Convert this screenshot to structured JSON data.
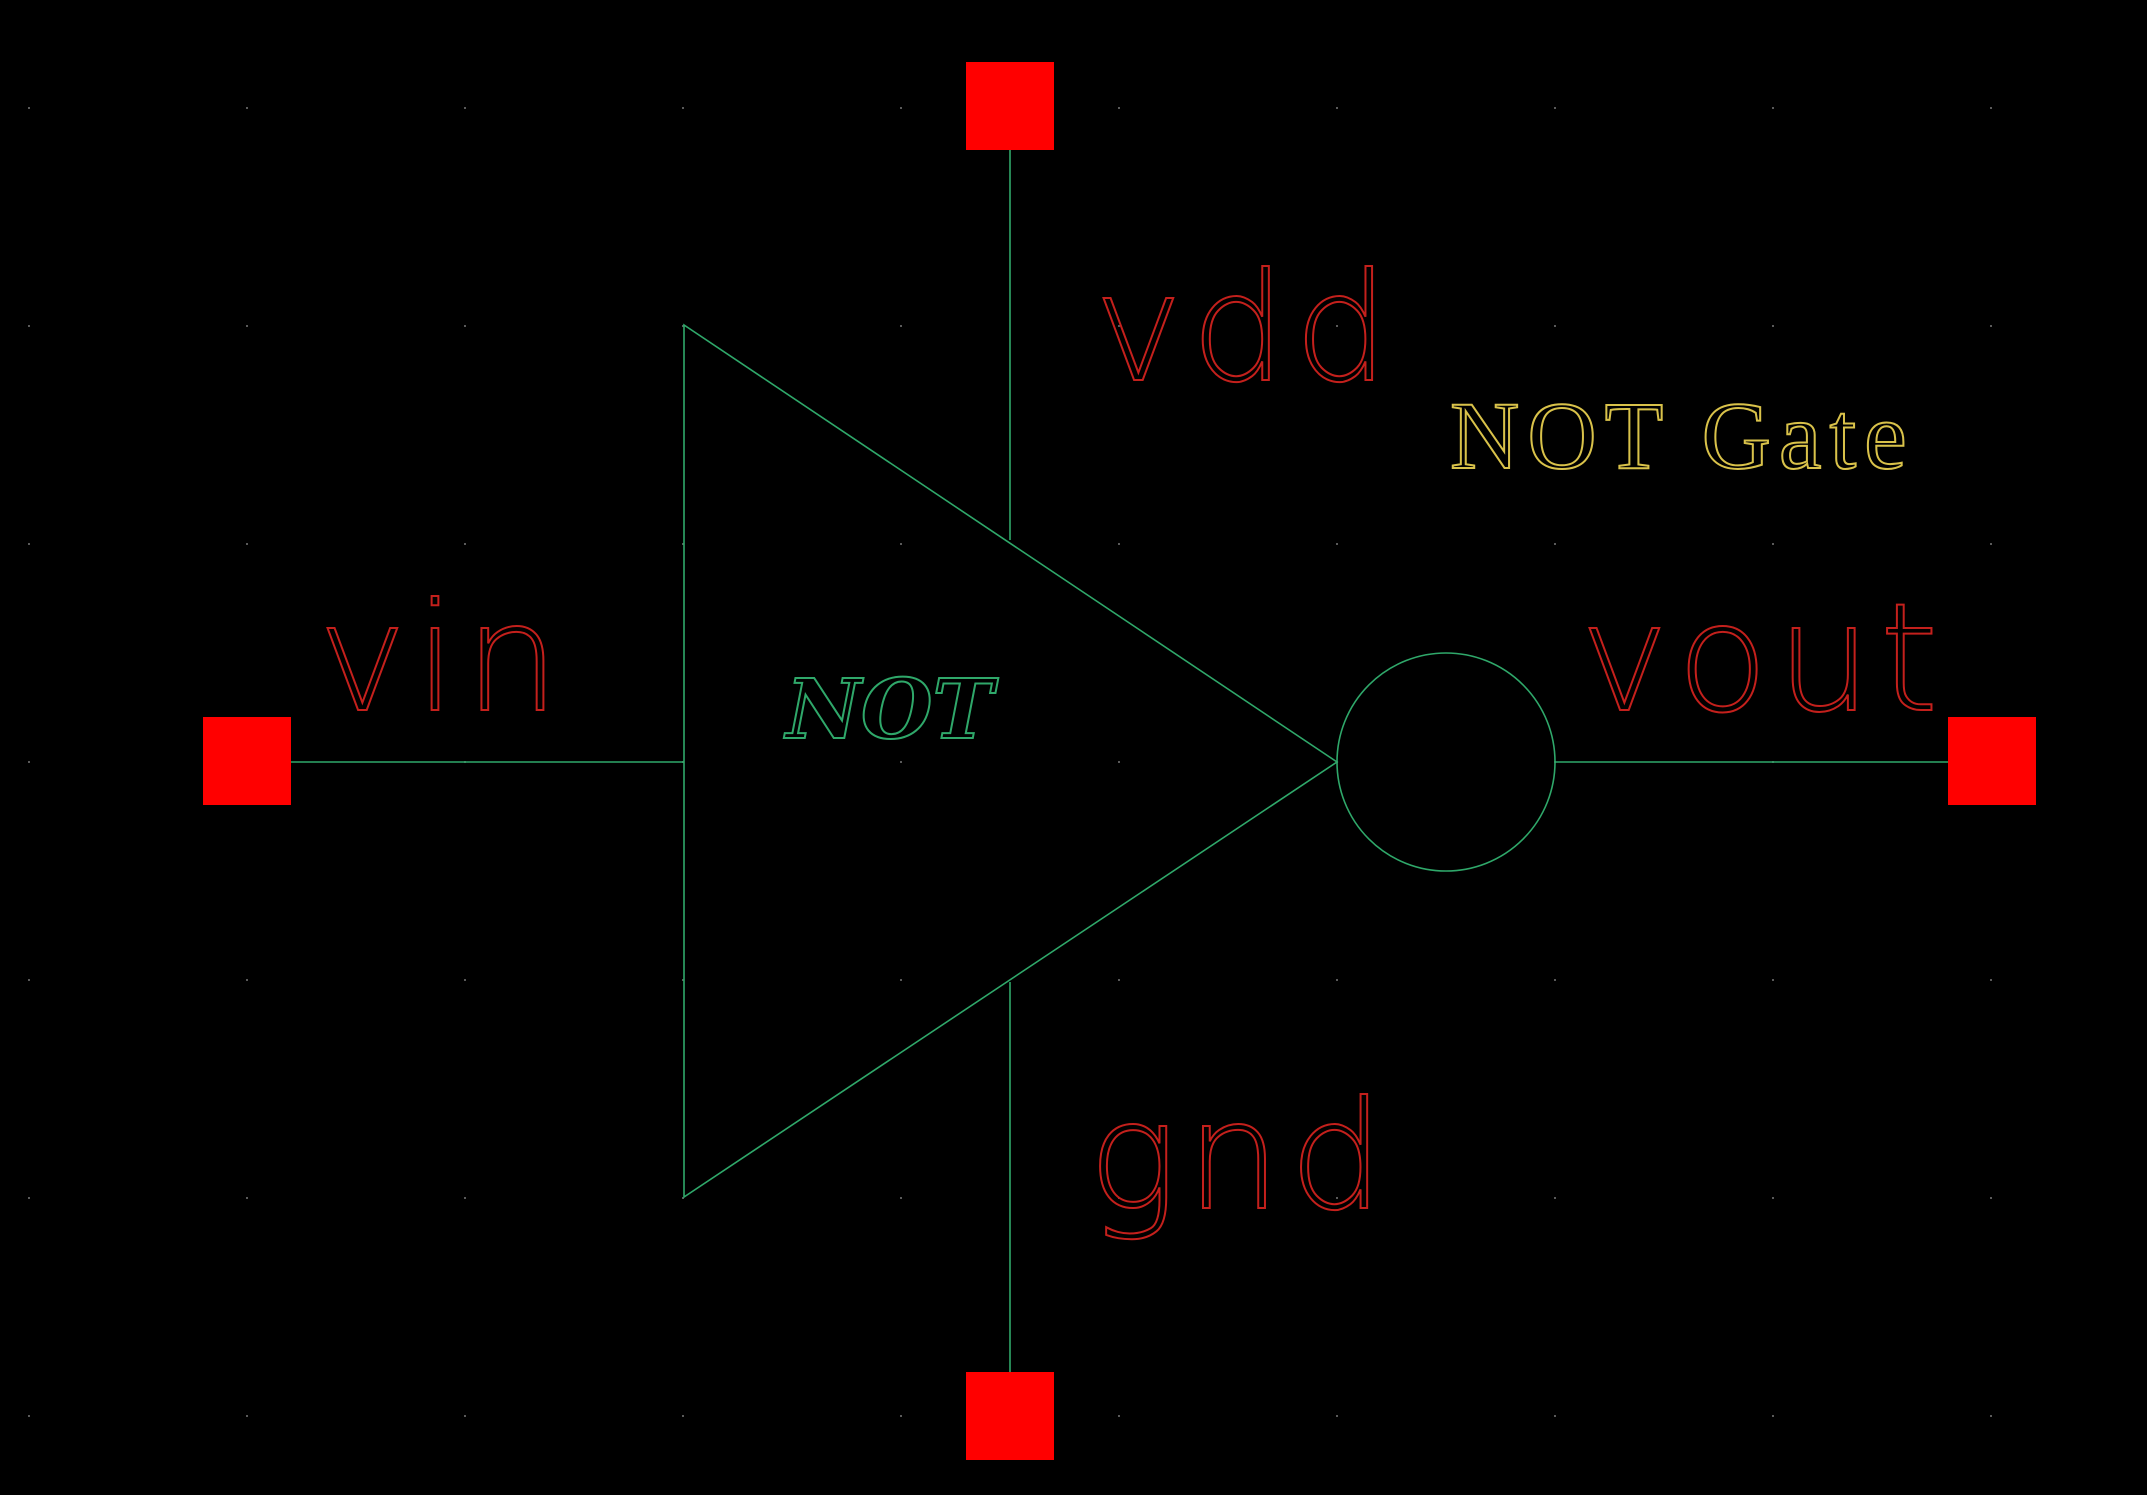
{
  "symbol": {
    "gate_label": "NOT",
    "title": "NOT Gate"
  },
  "pins": {
    "vin": "vin",
    "vdd": "vdd",
    "gnd": "gnd",
    "vout": "vout"
  },
  "colors": {
    "background": "#000000",
    "wire": "#2fa86a",
    "pin": "#ff0000",
    "pin_label": "#c4201c",
    "title": "#d9c24a",
    "grid_dot": "#5a5a5a"
  }
}
